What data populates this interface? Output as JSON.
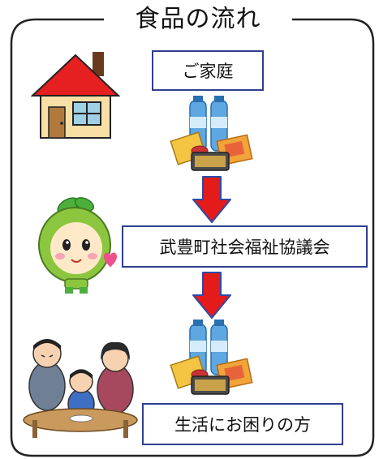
{
  "title": "食品の流れ",
  "steps": [
    {
      "label": "ご家庭",
      "icon": "house-icon"
    },
    {
      "label": "武豊町社会福祉協議会",
      "icon": "mascot-icon"
    },
    {
      "label": "生活にお困りの方",
      "icon": "family-icon"
    }
  ],
  "colors": {
    "frame": "#222222",
    "box_border": "#2f3f8f",
    "arrow_fill": "#e31b1b",
    "arrow_stroke": "#2b4aa8"
  }
}
